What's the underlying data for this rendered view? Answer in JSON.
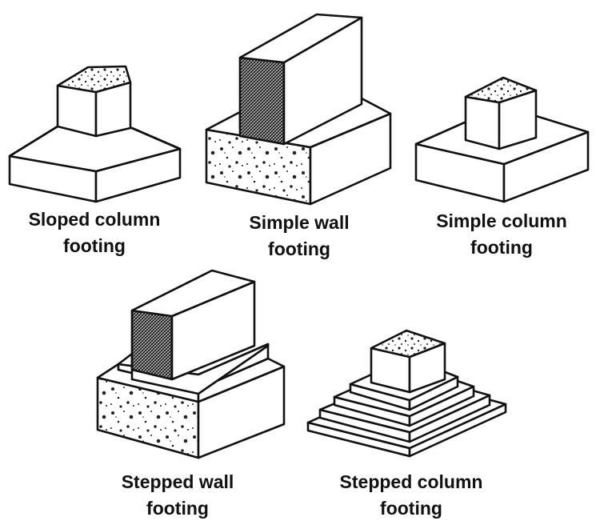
{
  "footings": [
    {
      "line1": "Sloped column",
      "line2": "footing"
    },
    {
      "line1": "Simple wall",
      "line2": "footing"
    },
    {
      "line1": "Simple column",
      "line2": "footing"
    },
    {
      "line1": "Stepped wall",
      "line2": "footing"
    },
    {
      "line1": "Stepped column",
      "line2": "footing"
    }
  ]
}
